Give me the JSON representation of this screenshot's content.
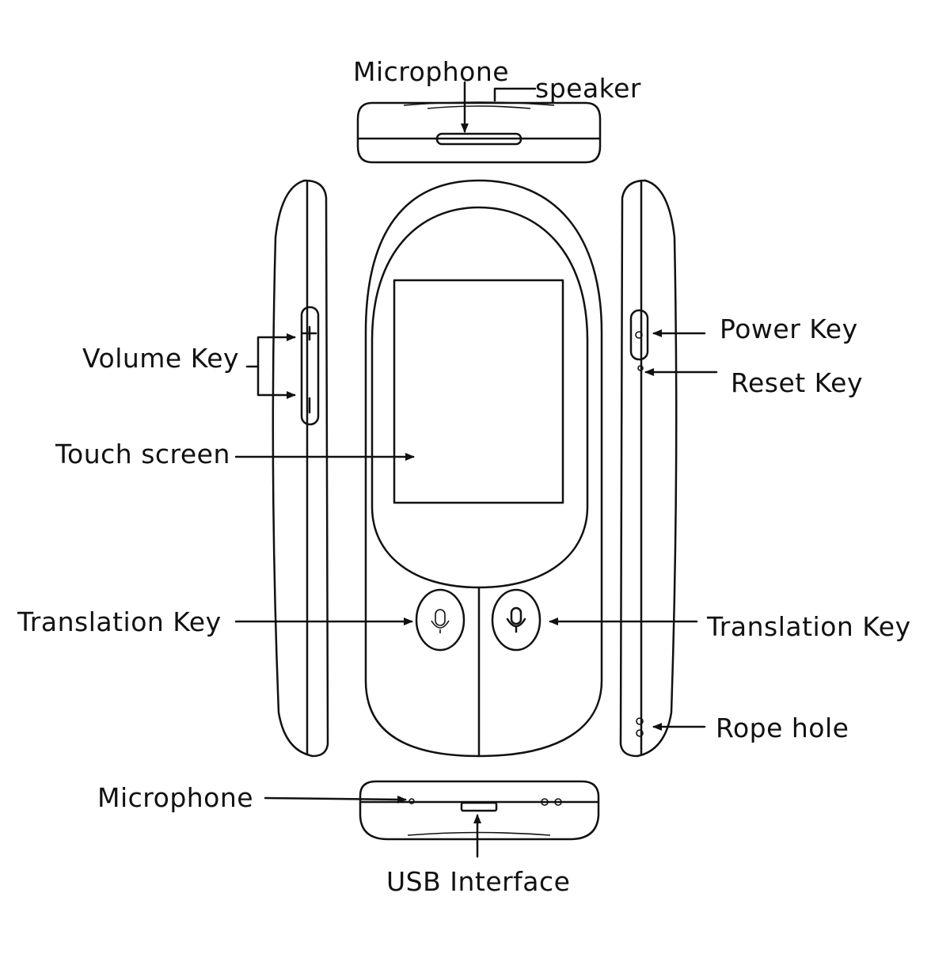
{
  "labels": {
    "microphone_top": "Microphone",
    "speaker": "speaker",
    "volume_key": "Volume Key",
    "power_key": "Power Key",
    "reset_key": "Reset Key",
    "touch_screen": "Touch screen",
    "translation_key_left": "Translation Key",
    "translation_key_right": "Translation Key",
    "rope_hole": "Rope hole",
    "microphone_bottom": "Microphone",
    "usb_interface": "USB Interface"
  },
  "glyphs": {
    "volume_plus": "+",
    "volume_minus": "−"
  },
  "colors": {
    "line": "#111111",
    "background": "#ffffff"
  }
}
